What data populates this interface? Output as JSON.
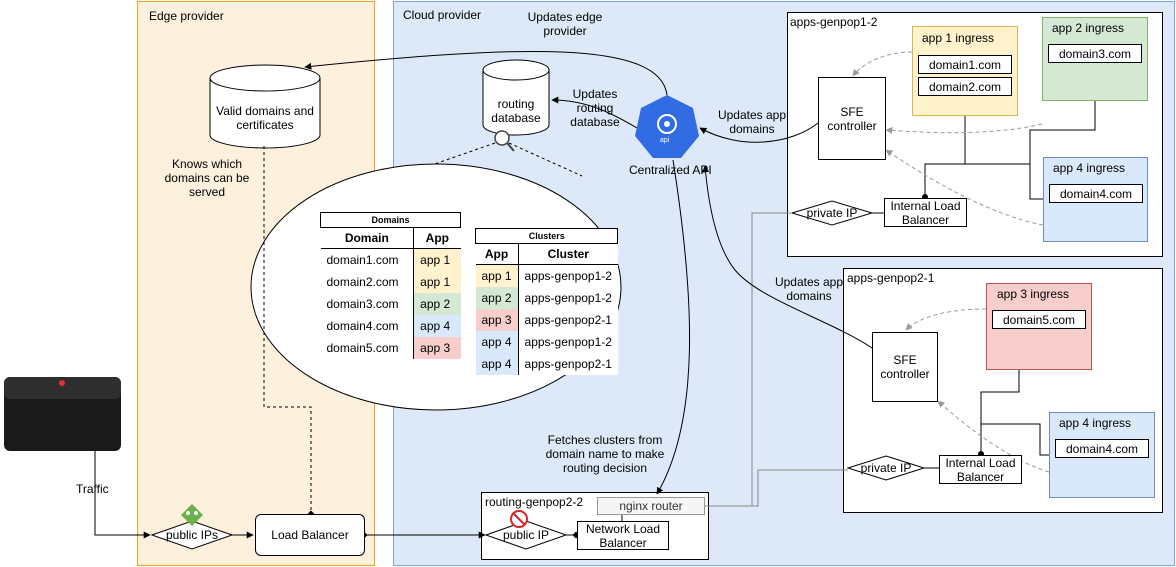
{
  "colors": {
    "edge_fill": "#fdf0dd",
    "edge_border": "#f0a020",
    "cloud_fill": "#dde9f8",
    "cloud_border": "#7da7d9",
    "yellow": "#fff2cc",
    "yellow_border": "#d6b656",
    "green": "#d5e8d4",
    "green_border": "#82b366",
    "blue": "#dae8fc",
    "blue_border": "#6c8ebf",
    "red": "#f8cecc",
    "red_border": "#b85450"
  },
  "zones": {
    "edge": "Edge provider",
    "cloud": "Cloud provider",
    "cluster1": "apps-genpop1-2",
    "cluster2": "apps-genpop2-1",
    "routing": "routing-genpop2-2"
  },
  "nodes": {
    "valid_db": "Valid domains and certificates",
    "routing_db": "routing database",
    "api_label": "Centralized API",
    "api_badge": "api",
    "load_balancer": "Load Balancer",
    "public_ips_edge": "public IPs",
    "public_ip_routing": "public IP",
    "nginx_router": "nginx router",
    "network_lb": "Network Load Balancer",
    "sfe1": "SFE controller",
    "sfe2": "SFE controller",
    "ilb1": "Internal Load Balancer",
    "ilb2": "Internal Load Balancer",
    "private_ip1": "private IP",
    "private_ip2": "private IP"
  },
  "ingresses": {
    "app1": {
      "title": "app 1 ingress",
      "domains": [
        "domain1.com",
        "domain2.com"
      ]
    },
    "app2": {
      "title": "app 2 ingress",
      "domains": [
        "domain3.com"
      ]
    },
    "app4a": {
      "title": "app 4 ingress",
      "domains": [
        "domain4.com"
      ]
    },
    "app3": {
      "title": "app 3 ingress",
      "domains": [
        "domain5.com"
      ]
    },
    "app4b": {
      "title": "app 4 ingress",
      "domains": [
        "domain4.com"
      ]
    }
  },
  "labels": {
    "updates_edge": "Updates edge provider",
    "updates_routing": "Updates routing database",
    "updates_app_domains_1": "Updates app domains",
    "updates_app_domains_2": "Updates app domains",
    "knows_which": "Knows which domains can be served",
    "fetches": "Fetches clusters from domain name to make routing decision",
    "traffic": "Traffic"
  },
  "domains_table": {
    "caption": "Domains",
    "headers": [
      "Domain",
      "App"
    ],
    "rows": [
      {
        "domain": "domain1.com",
        "app": "app 1",
        "color": "#fff2cc"
      },
      {
        "domain": "domain2.com",
        "app": "app 1",
        "color": "#fff2cc"
      },
      {
        "domain": "domain3.com",
        "app": "app 2",
        "color": "#d5e8d4"
      },
      {
        "domain": "domain4.com",
        "app": "app 4",
        "color": "#dae8fc"
      },
      {
        "domain": "domain5.com",
        "app": "app 3",
        "color": "#f8cecc"
      }
    ]
  },
  "clusters_table": {
    "caption": "Clusters",
    "headers": [
      "App",
      "Cluster"
    ],
    "rows": [
      {
        "app": "app 1",
        "cluster": "apps-genpop1-2",
        "color": "#fff2cc"
      },
      {
        "app": "app 2",
        "cluster": "apps-genpop1-2",
        "color": "#d5e8d4"
      },
      {
        "app": "app 3",
        "cluster": "apps-genpop2-1",
        "color": "#f8cecc"
      },
      {
        "app": "app 4",
        "cluster": "apps-genpop1-2",
        "color": "#dae8fc"
      },
      {
        "app": "app 4",
        "cluster": "apps-genpop2-1",
        "color": "#dae8fc"
      }
    ]
  }
}
